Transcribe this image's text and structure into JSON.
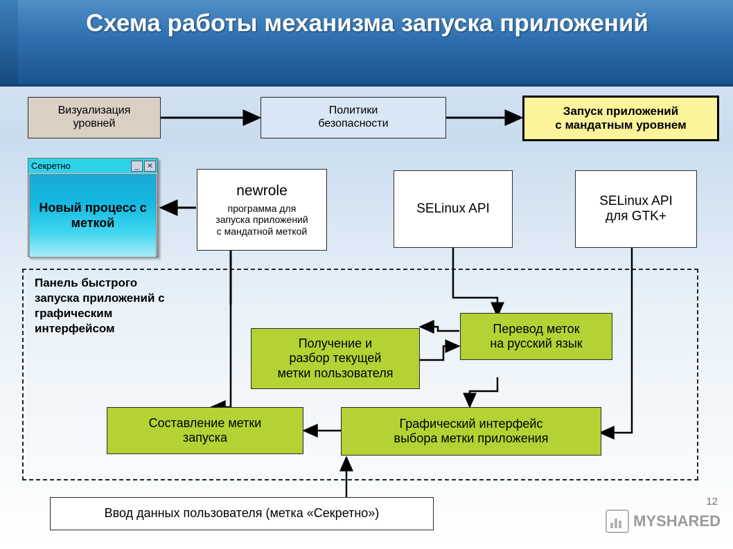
{
  "slide": {
    "title": "Схема работы механизма запуска приложений",
    "page_number": "12",
    "watermark": "MYSHARED"
  },
  "boxes": {
    "visualization": {
      "lines": [
        "Визуализация",
        "уровней"
      ]
    },
    "security_policies": {
      "lines": [
        "Политики",
        "безопасности"
      ]
    },
    "mandatory_launch": {
      "lines": [
        "Запуск приложений",
        "с мандатным уровнем"
      ]
    },
    "newrole": {
      "title": "newrole",
      "lines": [
        "программа для",
        "запуска приложений",
        "с мандатной меткой"
      ]
    },
    "selinux_api": {
      "lines": [
        "SELinux API"
      ]
    },
    "selinux_api_gtk": {
      "lines": [
        "SELinux API",
        "для GTK+"
      ]
    },
    "label_translate": {
      "lines": [
        "Перевод меток",
        "на русский язык"
      ]
    },
    "parse_label": {
      "lines": [
        "Получение и",
        "разбор текущей",
        "метки пользователя"
      ]
    },
    "compose_label": {
      "lines": [
        "Составление метки",
        "запуска"
      ]
    },
    "gui_choose_label": {
      "lines": [
        "Графический интерфейс",
        "выбора метки приложения"
      ]
    },
    "user_input": {
      "lines": [
        "Ввод данных пользователя (метка «Секретно»)"
      ]
    }
  },
  "window": {
    "title": "Секретно",
    "minimize_label": "_",
    "close_label": "✕",
    "body_lines": [
      "Новый",
      "процесс",
      "с меткой"
    ]
  },
  "dashed_region": {
    "label_lines": [
      "Панель быстрого",
      "запуска",
      "приложений с",
      "графическим",
      "интерфейсом"
    ]
  },
  "colors": {
    "header_blue": "#2f6fae",
    "box_blue": "#d8e6f5",
    "box_beige": "#d9cfc3",
    "box_yellow": "#fbf49a",
    "box_green": "#b4d233",
    "window_title": "#2fd3e8"
  }
}
